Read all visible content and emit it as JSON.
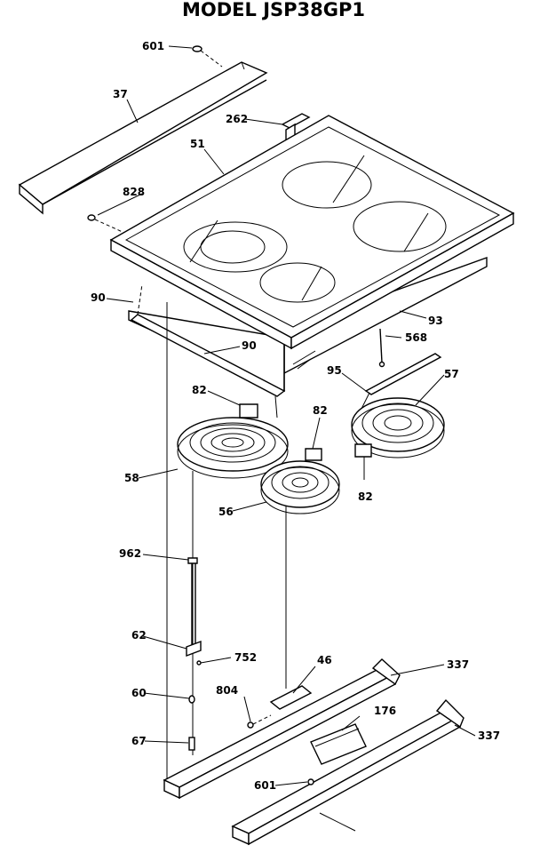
{
  "title": "MODEL JSP38GP1",
  "corner_text": "",
  "parts": {
    "p601_top": "601",
    "p37": "37",
    "p262": "262",
    "p51": "51",
    "p828": "828",
    "p90_left": "90",
    "p90_rail": "90",
    "p93": "93",
    "p568": "568",
    "p95": "95",
    "p57": "57",
    "p82_a": "82",
    "p82_b": "82",
    "p82_c": "82",
    "p58": "58",
    "p56": "56",
    "p962": "962",
    "p62": "62",
    "p752": "752",
    "p46": "46",
    "p337_a": "337",
    "p337_b": "337",
    "p804": "804",
    "p176": "176",
    "p60": "60",
    "p67": "67",
    "p601_bottom": "601"
  }
}
